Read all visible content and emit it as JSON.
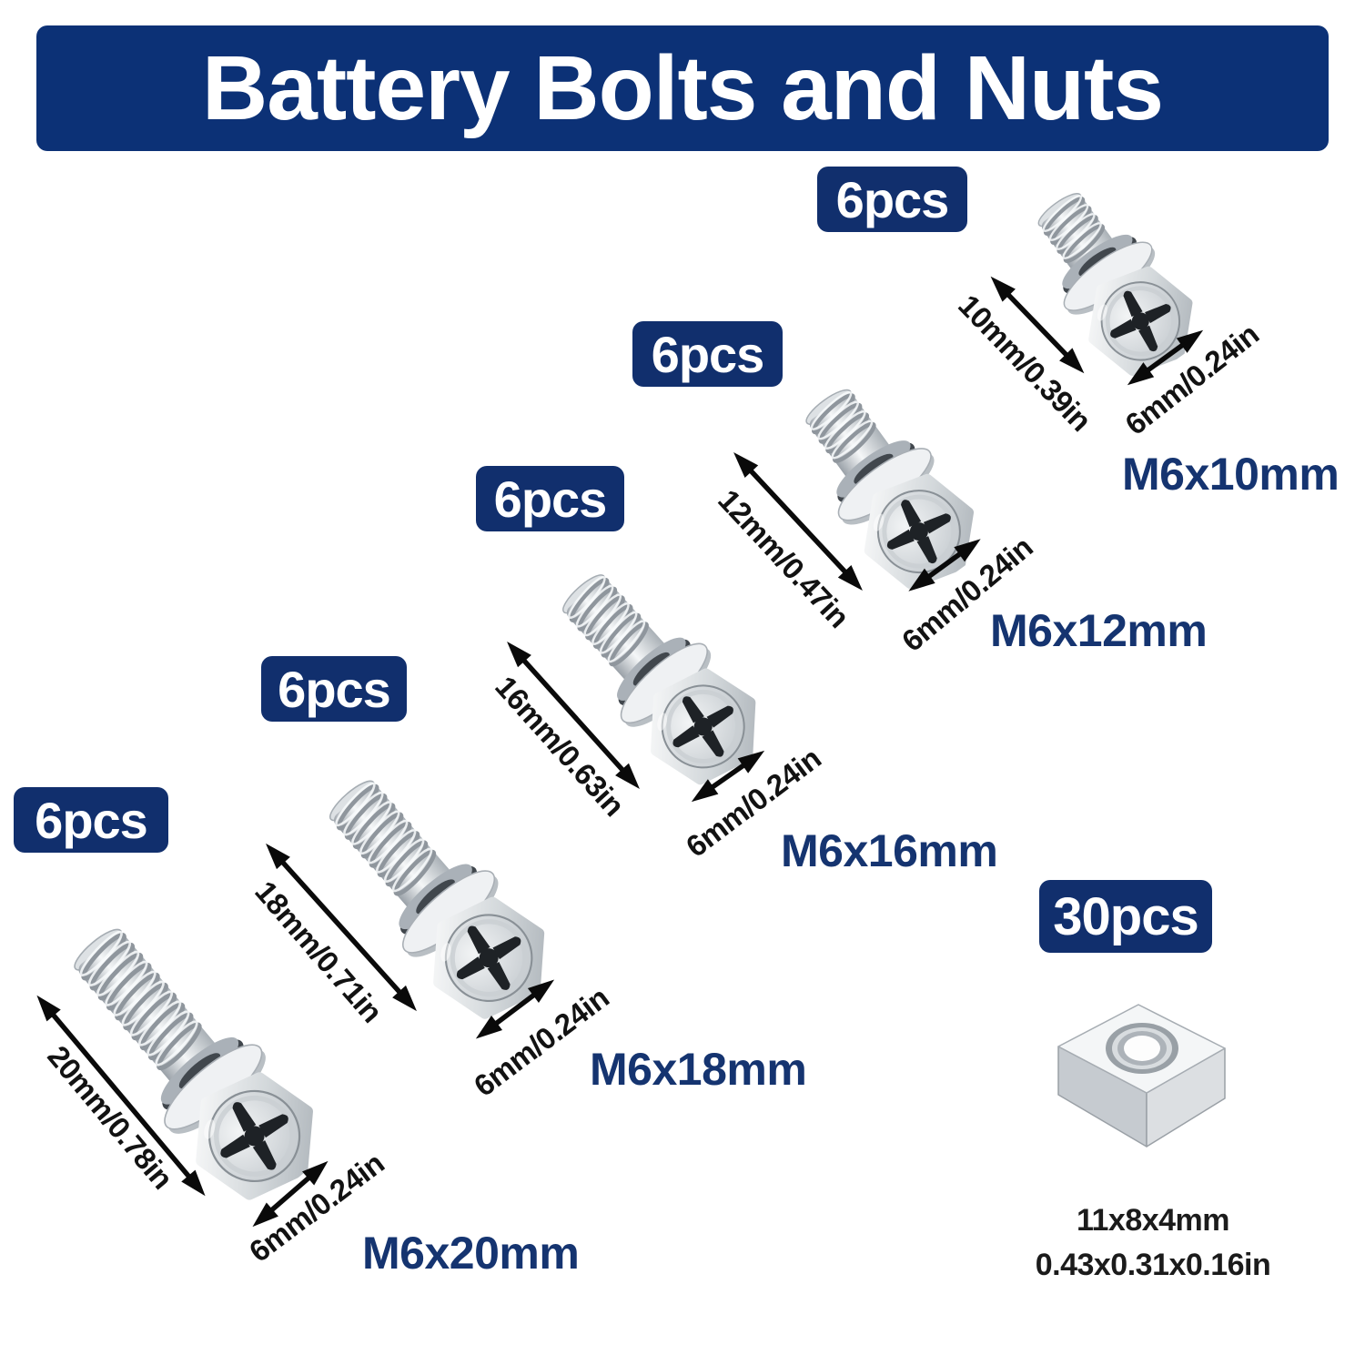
{
  "header": {
    "title": "Battery Bolts and Nuts"
  },
  "items": [
    {
      "name": "M6x10mm",
      "count": "6pcs",
      "length_label": "10mm/0.39in",
      "width_label": "6mm/0.24in"
    },
    {
      "name": "M6x12mm",
      "count": "6pcs",
      "length_label": "12mm/0.47in",
      "width_label": "6mm/0.24in"
    },
    {
      "name": "M6x16mm",
      "count": "6pcs",
      "length_label": "16mm/0.63in",
      "width_label": "6mm/0.24in"
    },
    {
      "name": "M6x18mm",
      "count": "6pcs",
      "length_label": "18mm/0.71in",
      "width_label": "6mm/0.24in"
    },
    {
      "name": "M6x20mm",
      "count": "6pcs",
      "length_label": "20mm/0.78in",
      "width_label": "6mm/0.24in"
    }
  ],
  "nut": {
    "count": "30pcs",
    "size_mm": "11x8x4mm",
    "size_in": "0.43x0.31x0.16in"
  },
  "colors": {
    "banner_navy": "#0c3176",
    "badge_navy": "#112f6d",
    "name_navy": "#153470",
    "dimension_text": "#121212",
    "metal_light": "#f2f4f5",
    "metal_dark": "#a7aeb4"
  }
}
